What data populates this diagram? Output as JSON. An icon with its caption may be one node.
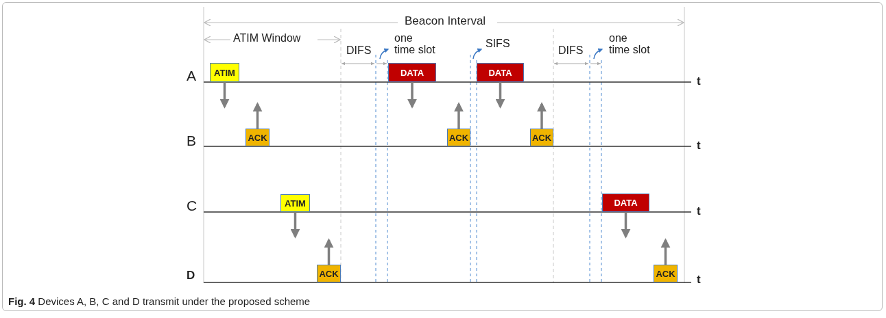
{
  "diagram": {
    "caption": "**Fig. 4** Devices A, B, C and D transmit under the proposed scheme",
    "nodes": [
      {
        "text": [
          "ATIM"
        ]
      },
      {
        "text": [
          "ACK"
        ]
      },
      {
        "text": [
          "ATIM"
        ]
      },
      {
        "text": [
          "ACK"
        ]
      },
      {
        "text": [
          "DATA"
        ]
      },
      {
        "text": [
          "ACK"
        ]
      },
      {
        "text": [
          "DATA"
        ]
      },
      {
        "text": [
          "ACK"
        ]
      },
      {
        "text": [
          "DATA"
        ]
      },
      {
        "text": [
          "ACK"
        ]
      }
    ],
    "edges": [
      {
        "from": 0,
        "to": null,
        "arrow": "to"
      },
      {
        "from": 1,
        "to": null,
        "arrow": "to"
      },
      {
        "from": 2,
        "to": null,
        "arrow": "to"
      },
      {
        "from": 3,
        "to": null,
        "arrow": "to"
      },
      {
        "from": 4,
        "to": null,
        "arrow": "to"
      },
      {
        "from": 5,
        "to": null,
        "arrow": "to"
      },
      {
        "from": 6,
        "to": null,
        "arrow": "to"
      },
      {
        "from": 7,
        "to": null,
        "arrow": "to"
      },
      {
        "from": 8,
        "to": null,
        "arrow": "to"
      },
      {
        "from": 9,
        "to": null,
        "arrow": "to"
      }
    ],
    "labels": [
      "Beacon Interval",
      "ATIM Window",
      "DIFS",
      "one time slot",
      "SIFS",
      "DIFS",
      "one time slot",
      "A",
      "B",
      "C",
      "D",
      "t",
      "t",
      "t",
      "t"
    ]
  }
}
